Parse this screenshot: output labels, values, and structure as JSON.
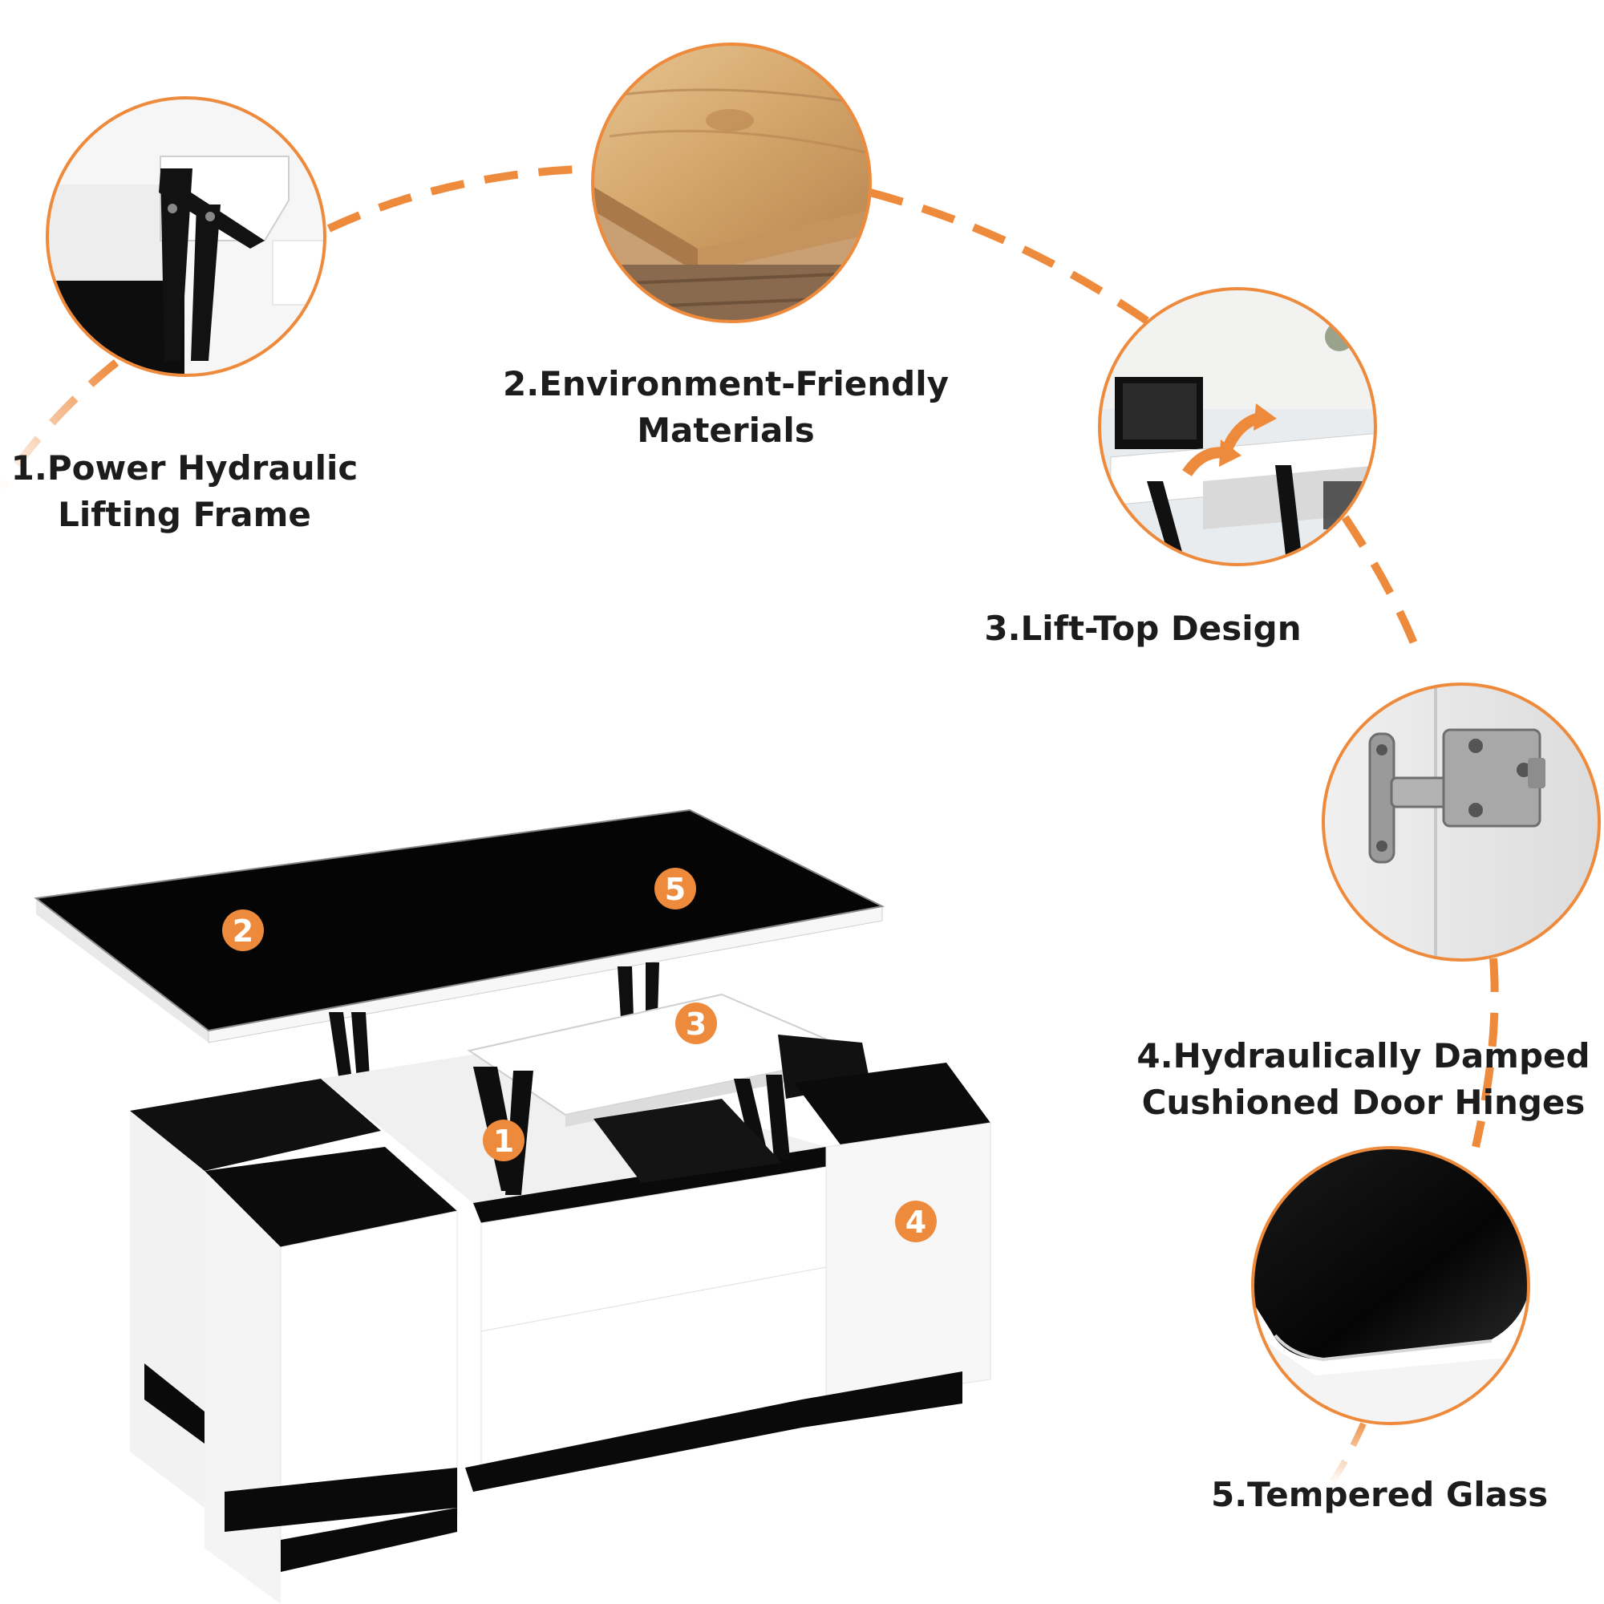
{
  "accent_color": "#ee8a3c",
  "features": [
    {
      "number": "1",
      "line1": "1.Power Hydraulic",
      "line2": "Lifting Frame",
      "icon": "hydraulic-frame-photo"
    },
    {
      "number": "2",
      "line1": "2.Environment-Friendly",
      "line2": "Materials",
      "icon": "wood-board-photo"
    },
    {
      "number": "3",
      "line1": "3.Lift-Top Design",
      "line2": "",
      "icon": "lift-top-photo"
    },
    {
      "number": "4",
      "line1": "4.Hydraulically Damped",
      "line2": "Cushioned Door Hinges",
      "icon": "door-hinge-photo"
    },
    {
      "number": "5",
      "line1": "5.Tempered Glass",
      "line2": "",
      "icon": "tempered-glass-photo"
    }
  ]
}
